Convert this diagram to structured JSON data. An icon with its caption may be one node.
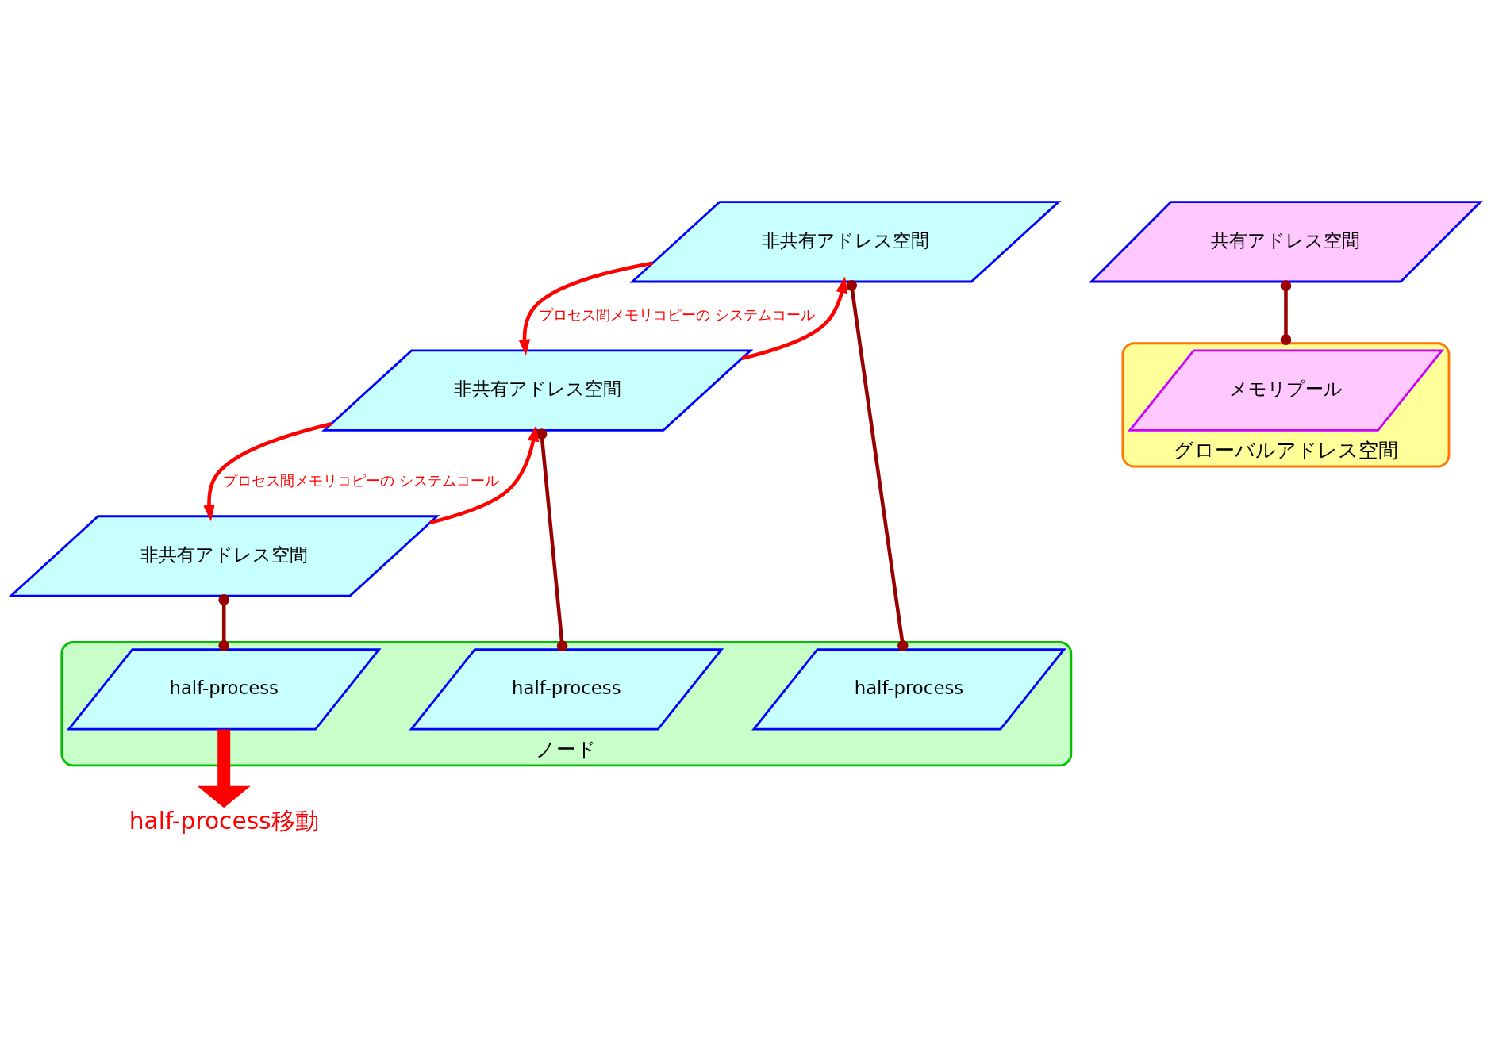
{
  "diagram": {
    "nodes": [
      {
        "text": [
          "非共有アドレス空間"
        ]
      },
      {
        "text": [
          "非共有アドレス空間"
        ]
      },
      {
        "text": [
          "非共有アドレス空間"
        ]
      },
      {
        "text": [
          "共有アドレス空間"
        ]
      },
      {
        "text": [
          "ノード"
        ]
      },
      {
        "text": [
          "half-process"
        ],
        "in": 4
      },
      {
        "text": [
          "half-process"
        ],
        "in": 4
      },
      {
        "text": [
          "half-process"
        ],
        "in": 4
      },
      {
        "text": [
          "half-process移動"
        ]
      },
      {
        "text": [
          "グローバルアドレス空間"
        ]
      },
      {
        "text": [
          "メモリプール"
        ],
        "in": 9
      }
    ],
    "edges": [
      {
        "from": 0,
        "to": 1,
        "arrow": "to",
        "label": "プロセス間メモリコピーの システムコール",
        "color": "#ff0000"
      },
      {
        "from": 1,
        "to": 0,
        "arrow": "to",
        "color": "#ff0000"
      },
      {
        "from": 1,
        "to": 2,
        "arrow": "to",
        "label": "プロセス間メモリコピーの システムコール",
        "color": "#ff0000"
      },
      {
        "from": 2,
        "to": 1,
        "arrow": "to",
        "color": "#ff0000"
      },
      {
        "from": 0,
        "to": 5,
        "arrow": "other",
        "color": "#990000"
      },
      {
        "from": 1,
        "to": 6,
        "arrow": "other",
        "color": "#990000"
      },
      {
        "from": 2,
        "to": 7,
        "arrow": "other",
        "color": "#990000"
      },
      {
        "from": 3,
        "to": 9,
        "arrow": "other",
        "color": "#990000"
      },
      {
        "from": 7,
        "to": 8,
        "arrow": "to",
        "style": "thick",
        "color": "#ff0000"
      }
    ]
  }
}
